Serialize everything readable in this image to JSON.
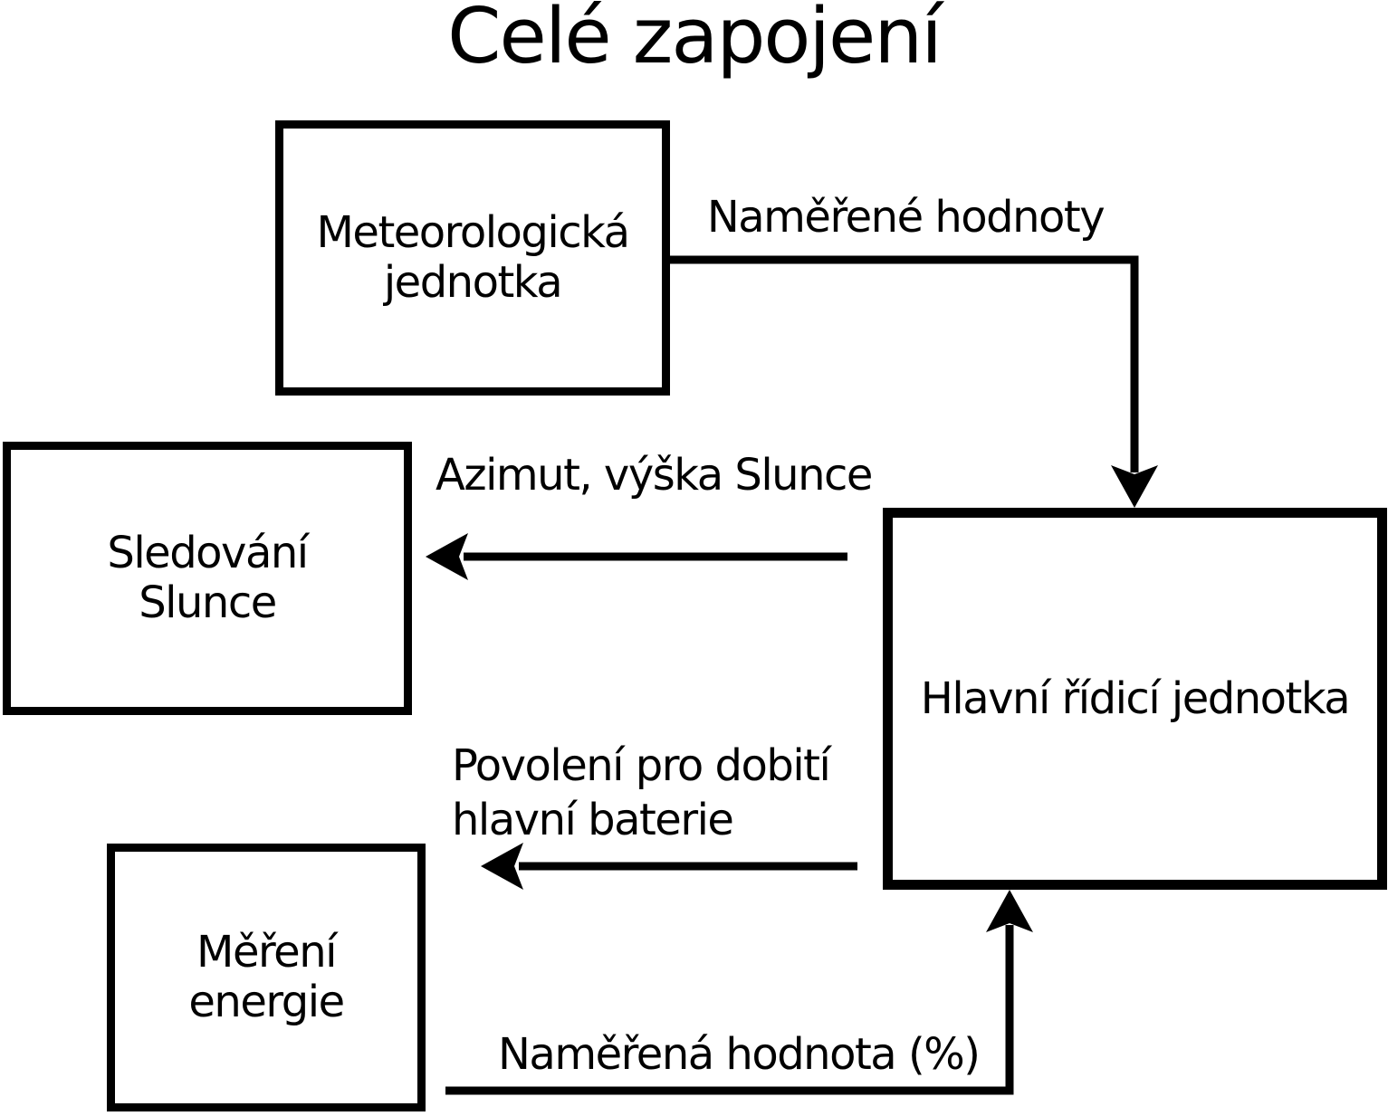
{
  "title": "Celé zapojení",
  "boxes": {
    "meteo_unit": {
      "lines": [
        "Meteorologická",
        "jednotka"
      ]
    },
    "sun_tracking": {
      "lines": [
        "Sledování",
        "Slunce"
      ]
    },
    "energy_measurement": {
      "lines": [
        "Měření",
        "energie"
      ]
    },
    "main_control_unit": {
      "lines": [
        "Hlavní řídicí jednotka"
      ]
    }
  },
  "edge_labels": {
    "measured_values": "Naměřené hodnoty",
    "azimuth_sun_height": "Azimut, výška Slunce",
    "charge_permission": [
      "Povolení pro dobití",
      "hlavní baterie"
    ],
    "measured_percent": "Naměřená hodnota (%)"
  },
  "edges": [
    {
      "from": "Meteorologická jednotka",
      "to": "Hlavní řídicí jednotka",
      "label": "Naměřené hodnoty"
    },
    {
      "from": "Hlavní řídicí jednotka",
      "to": "Sledování Slunce",
      "label": "Azimut, výška Slunce"
    },
    {
      "from": "Hlavní řídicí jednotka",
      "to": "",
      "label": "Povolení pro dobití hlavní baterie"
    },
    {
      "from": "Měření energie",
      "to": "Hlavní řídicí jednotka",
      "label": "Naměřená hodnota (%)"
    }
  ],
  "colors": {
    "stroke": "#000000",
    "background": "#ffffff",
    "text": "#000000"
  }
}
